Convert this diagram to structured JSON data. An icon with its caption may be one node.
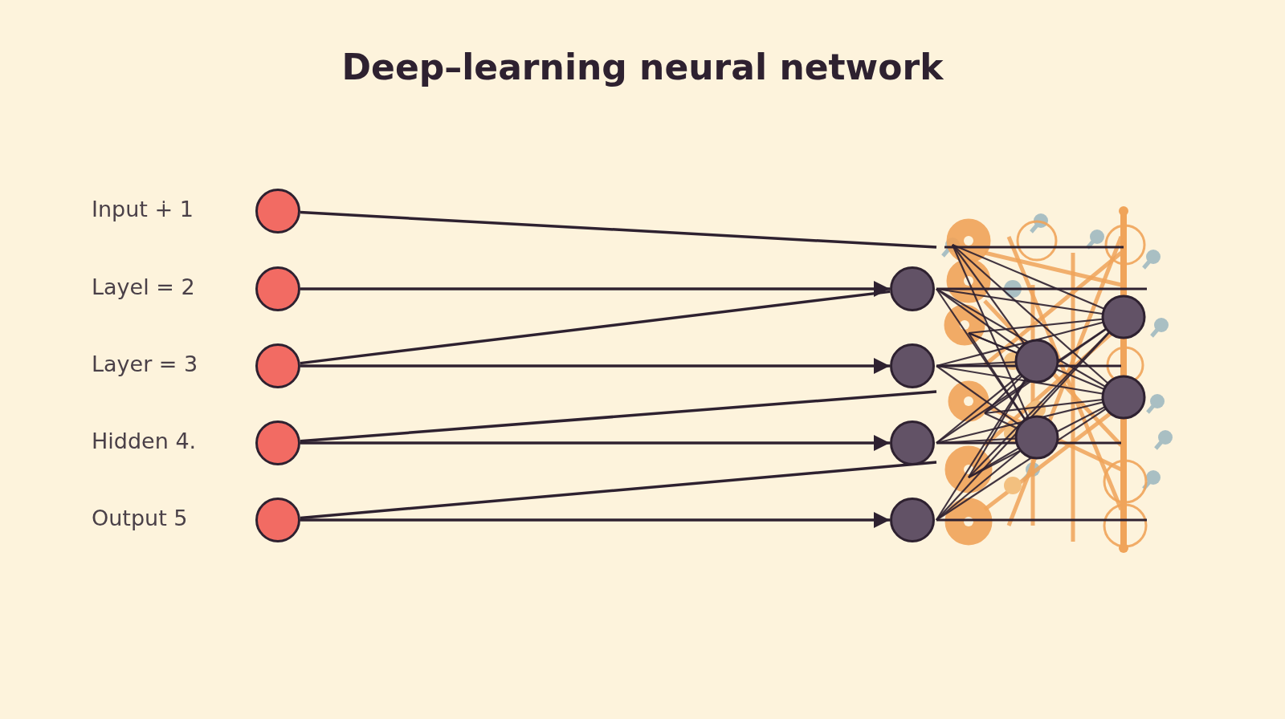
{
  "diagram": {
    "title": "Deep–learning neural network",
    "nodes": [
      {
        "text": [],
        "shape": "circle",
        "beside": [
          "Input ∔ 1"
        ]
      },
      {
        "text": [],
        "shape": "circle",
        "beside": [
          "Layel = 2"
        ]
      },
      {
        "text": [],
        "shape": "circle",
        "beside": [
          "Layer = 3"
        ]
      },
      {
        "text": [],
        "shape": "circle",
        "beside": [
          "Hidden 4."
        ]
      },
      {
        "text": [],
        "shape": "circle",
        "beside": [
          "Output 5"
        ]
      },
      {
        "text": [],
        "shape": "circle"
      },
      {
        "text": [],
        "shape": "circle"
      },
      {
        "text": [],
        "shape": "circle"
      },
      {
        "text": [],
        "shape": "circle"
      },
      {
        "text": [],
        "shape": "picture"
      }
    ],
    "edges": [
      {
        "from": 0,
        "to": 9,
        "arrow": "none"
      },
      {
        "from": 1,
        "to": 5,
        "arrow": "to"
      },
      {
        "from": 2,
        "to": 5,
        "arrow": "none"
      },
      {
        "from": 2,
        "to": 6,
        "arrow": "to"
      },
      {
        "from": 3,
        "to": 9,
        "arrow": "none"
      },
      {
        "from": 3,
        "to": 7,
        "arrow": "to"
      },
      {
        "from": 4,
        "to": 9,
        "arrow": "none"
      },
      {
        "from": 4,
        "to": 8,
        "arrow": "to"
      }
    ]
  }
}
